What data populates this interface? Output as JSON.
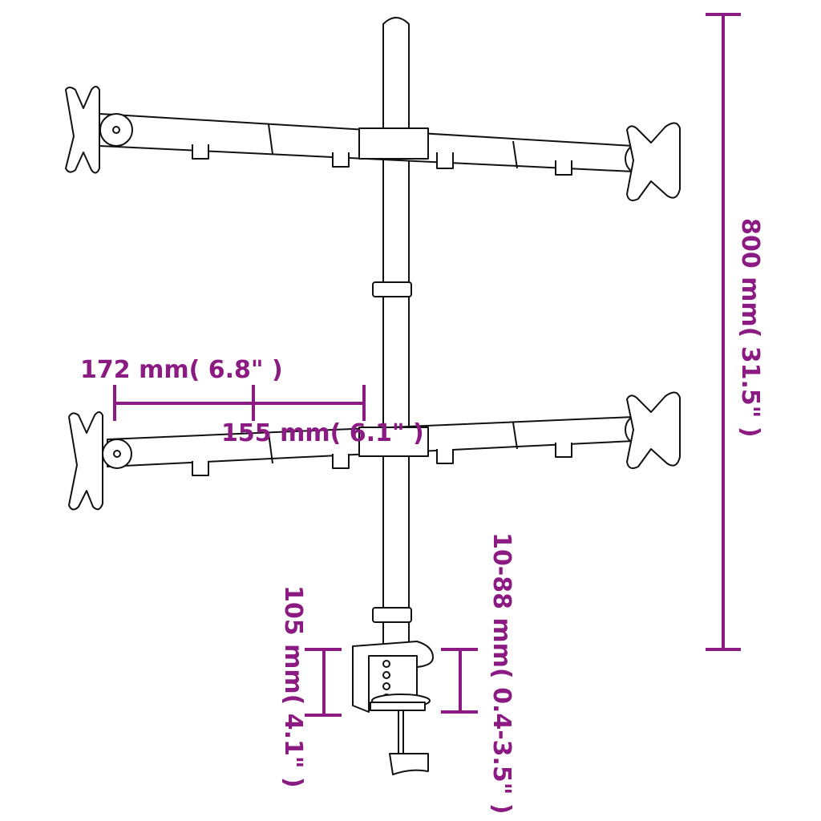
{
  "diagram": {
    "subject": "Quad monitor desk mount with clamp",
    "accent_color": "#8B1A82",
    "line_color": "#111111",
    "dimensions": {
      "pole_height": "800 mm( 31.5\" )",
      "arm_segment_1": "172 mm( 6.8\" )",
      "arm_segment_2": "155 mm( 6.1\" )",
      "clamp_height": "105 mm( 4.1\" )",
      "clamp_opening": "10-88 mm( 0.4-3.5\" )"
    }
  }
}
